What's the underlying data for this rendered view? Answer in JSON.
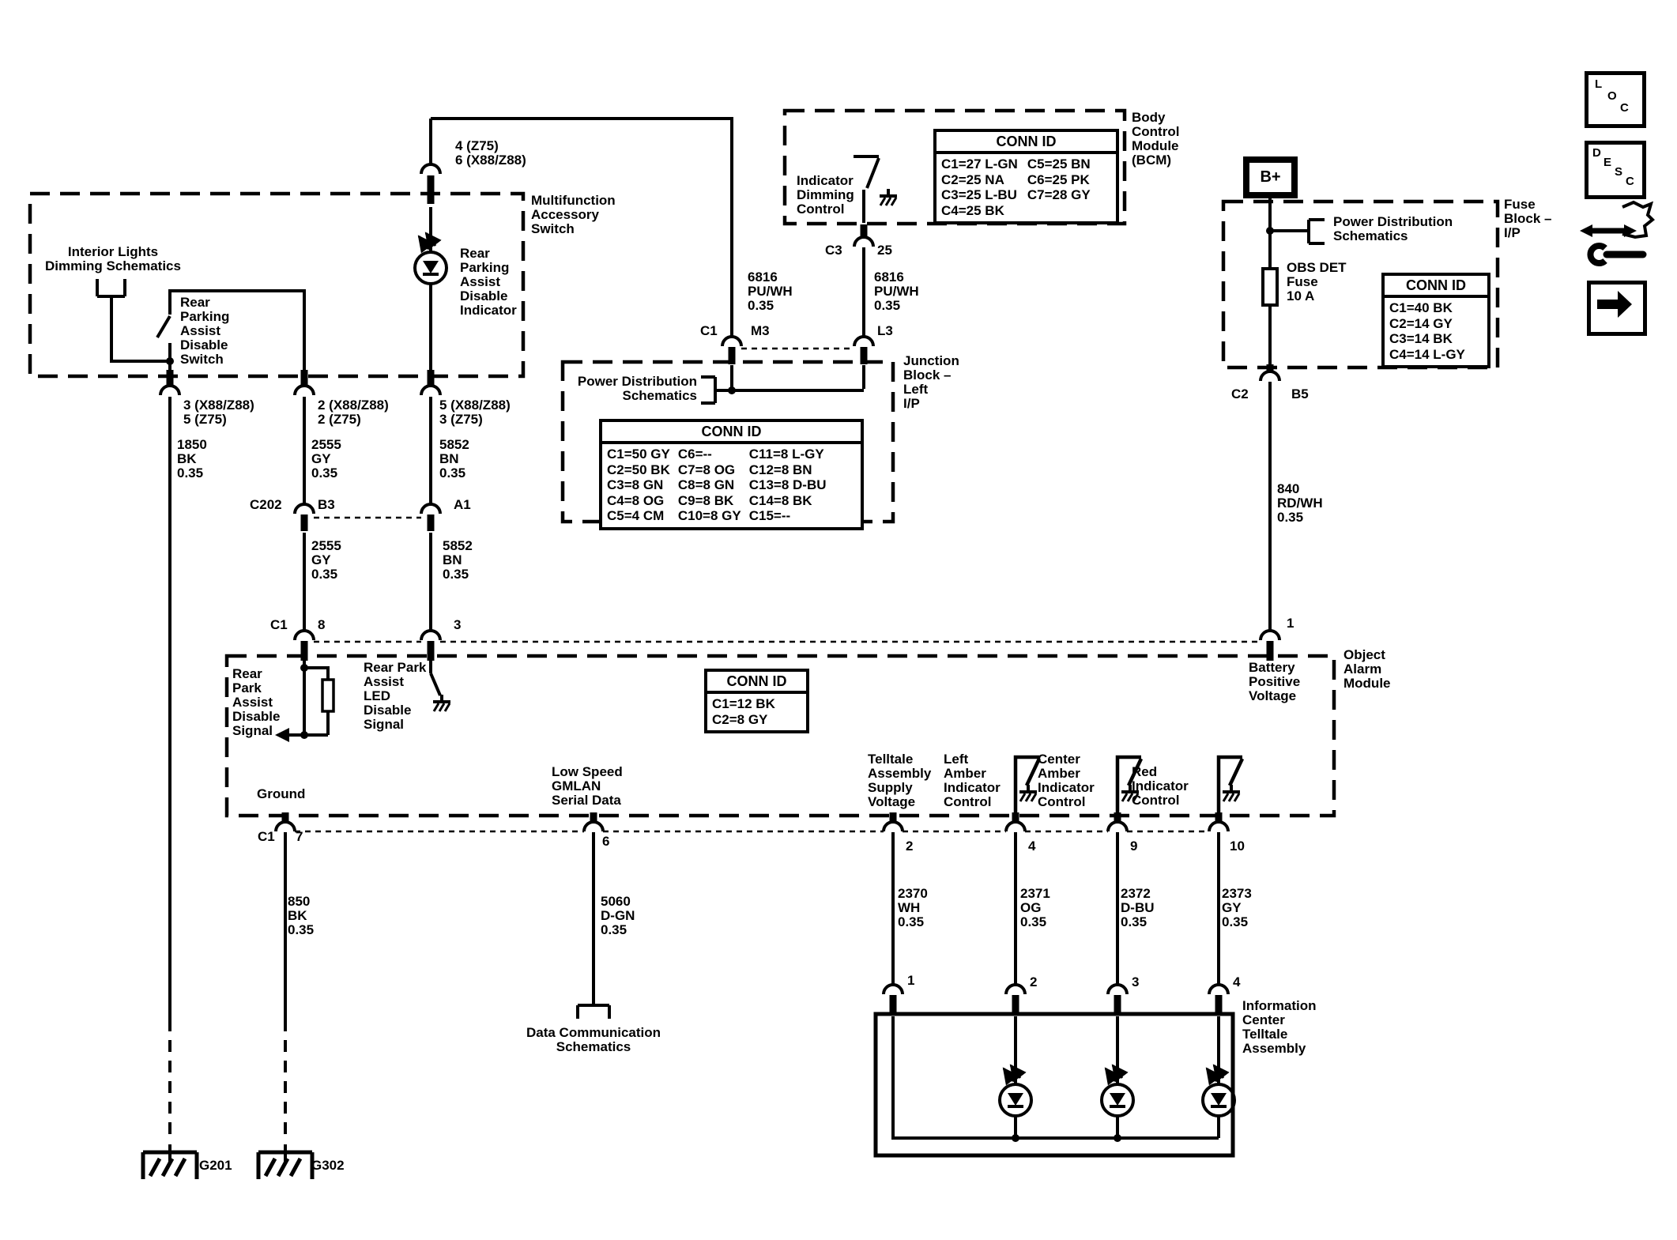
{
  "side_panel": {
    "loc": "LOC",
    "desc": "DESC"
  },
  "multifunction_switch": {
    "module_label": "Multifunction\nAccessory\nSwitch",
    "top_pins": "4 (Z75)\n6 (X88/Z88)",
    "interior_lights_ref": "Interior Lights\nDimming Schematics",
    "switch_label": "Rear\nParking\nAssist\nDisable\nSwitch",
    "indicator_label": "Rear\nParking\nAssist\nDisable\nIndicator",
    "bottom_pins": {
      "p1": "3 (X88/Z88)\n5 (Z75)",
      "p2": "2 (X88/Z88)\n2 (Z75)",
      "p3": "5 (X88/Z88)\n3 (Z75)"
    }
  },
  "bcm": {
    "module_label": "Body\nControl\nModule\n(BCM)",
    "internal_label": "Indicator\nDimming\nControl",
    "conn_id": {
      "title": "CONN ID",
      "col1": "C1=27 L-GN\nC2=25 NA\nC3=25 L-BU\nC4=25 BK",
      "col2": "C5=25 BN\nC6=25 PK\nC7=28 GY"
    },
    "pin_connector": "C3",
    "pin_number": "25"
  },
  "junction_block": {
    "module_label": "Junction\nBlock –\nLeft\nI/P",
    "ref": "Power Distribution\nSchematics",
    "conn_id": {
      "title": "CONN ID",
      "col1": "C1=50 GY\nC2=50 BK\nC3=8 GN\nC4=8 OG\nC5=4 CM",
      "col2": "C6=--\nC7=8 OG\nC8=8 GN\nC9=8 BK\nC10=8 GY",
      "col3": "C11=8 L-GY\nC12=8 BN\nC13=8 D-BU\nC14=8 BK\nC15=--"
    },
    "pin_c1": "C1",
    "pin_m3": "M3",
    "pin_l3": "L3"
  },
  "fuse_block": {
    "module_label": "Fuse\nBlock –\nI/P",
    "battery": "B+",
    "ref": "Power Distribution\nSchematics",
    "fuse_label": "OBS DET\nFuse\n10 A",
    "conn_id": {
      "title": "CONN ID",
      "col1": "C1=40 BK\nC2=14 GY\nC3=14 BK\nC4=14 L-GY"
    },
    "pin_connector": "C2",
    "pin_number": "B5"
  },
  "object_alarm_module": {
    "module_label": "Object\nAlarm\nModule",
    "battery_label": "Battery\nPositive\nVoltage",
    "rpa_disable_signal": "Rear\nPark\nAssist\nDisable\nSignal",
    "rpa_led_disable": "Rear Park\nAssist\nLED\nDisable\nSignal",
    "conn_id": {
      "title": "CONN ID",
      "col1": "C1=12 BK\nC2=8 GY"
    },
    "ground_label": "Ground",
    "gmlan_label": "Low Speed\nGMLAN\nSerial Data",
    "telltale_supply": "Telltale\nAssembly\nSupply\nVoltage",
    "left_amber": "Left\nAmber\nIndicator\nControl",
    "center_amber": "Center\nAmber\nIndicator\nControl",
    "red_indicator": "Red\nIndicator\nControl",
    "top_pins": {
      "c1": "C1",
      "p8": "8",
      "p3": "3",
      "p1": "1"
    },
    "bottom_pins": {
      "c1": "C1",
      "p7": "7",
      "p6": "6",
      "p2": "2",
      "p4": "4",
      "p9": "9",
      "p10": "10"
    }
  },
  "inline_connectors": {
    "c202": "C202",
    "b3": "B3",
    "a1": "A1"
  },
  "wires": {
    "w1850": "1850\nBK\n0.35",
    "w2555_upper": "2555\nGY\n0.35",
    "w5852_upper": "5852\nBN\n0.35",
    "w2555_lower": "2555\nGY\n0.35",
    "w5852_lower": "5852\nBN\n0.35",
    "w6816_left": "6816\nPU/WH\n0.35",
    "w6816_right": "6816\nPU/WH\n0.35",
    "w840": "840\nRD/WH\n0.35",
    "w850": "850\nBK\n0.35",
    "w5060": "5060\nD-GN\n0.35",
    "w2370": "2370\nWH\n0.35",
    "w2371": "2371\nOG\n0.35",
    "w2372": "2372\nD-BU\n0.35",
    "w2373": "2373\nGY\n0.35"
  },
  "telltale_assembly": {
    "module_label": "Information\nCenter\nTelltale\nAssembly",
    "pins": {
      "p1": "1",
      "p2": "2",
      "p3": "3",
      "p4": "4"
    }
  },
  "references": {
    "data_comm": "Data Communication\nSchematics"
  },
  "grounds": {
    "g201": "G201",
    "g302": "G302"
  }
}
